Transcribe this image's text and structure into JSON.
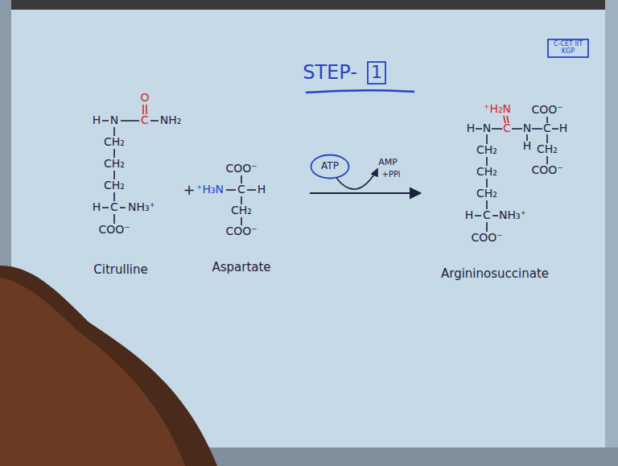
{
  "diagram": {
    "title": "STEP-",
    "nodes": [
      {
        "text": [
          "C-CET IIT KGP"
        ]
      },
      {
        "text": [
          "1"
        ]
      },
      {
        "text": [
          "ATP"
        ]
      }
    ],
    "labels": [
      "O",
      "H",
      "N",
      "C",
      "NH₂",
      "CH₂",
      "CH₂",
      "CH₂",
      "H",
      "C",
      "NH₃⁺",
      "COO⁻",
      "Citrulline",
      "+",
      "COO⁻",
      "⁺H₃N",
      "C",
      "H",
      "CH₂",
      "COO⁻",
      "Aspartate",
      "AMP",
      "+PPi",
      "⁺H₂N",
      "COO⁻",
      "H",
      "N",
      "C",
      "N",
      "C",
      "H",
      "H",
      "CH₂",
      "COO⁻",
      "CH₂",
      "CH₂",
      "CH₂",
      "H",
      "C",
      "NH₃⁺",
      "COO⁻",
      "Argininosuccinate"
    ]
  }
}
